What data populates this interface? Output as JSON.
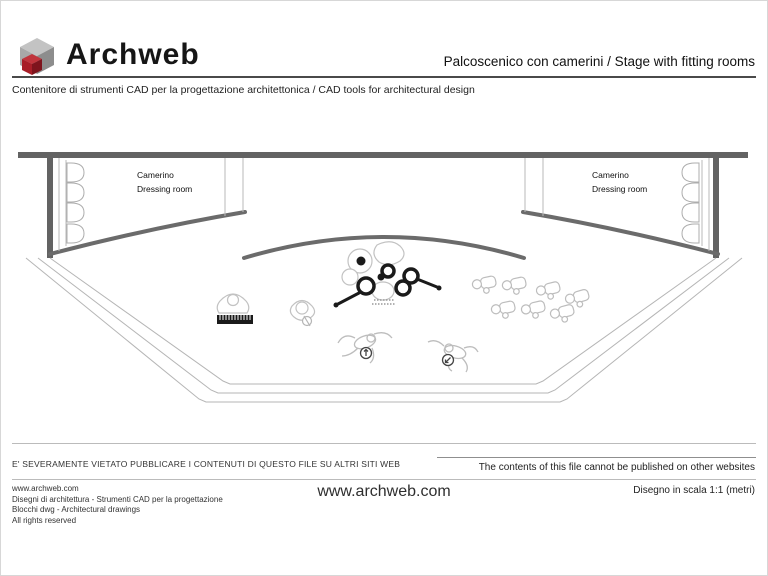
{
  "header": {
    "brand": "Archweb",
    "title": "Palcoscenico con camerini / Stage with fitting rooms",
    "subtitle": "Contenitore di strumenti CAD per la progettazione architettonica / CAD tools for architectural design",
    "logo_colors": {
      "top": "#c3c3c3",
      "left": "#a8a8a8",
      "right": "#8d8d8d",
      "red_front": "#a81e28"
    }
  },
  "drawing": {
    "left_room": {
      "line1": "Camerino",
      "line2": "Dressing room"
    },
    "right_room": {
      "line1": "Camerino",
      "line2": "Dressing room"
    },
    "wall_color": "#636363",
    "step_line_color": "#b5b5b5"
  },
  "disclaimer": {
    "it": "E' SEVERAMENTE VIETATO PUBBLICARE I CONTENUTI DI QUESTO FILE SU ALTRI SITI WEB",
    "en": "The contents of this file cannot be published on other websites"
  },
  "footer": {
    "left_lines": [
      "www.archweb.com",
      "Disegni di architettura - Strumenti CAD per la progettazione",
      "Blocchi dwg - Architectural drawings",
      "All rights reserved"
    ],
    "center": "www.archweb.com",
    "scale_note": "Disegno in scala 1:1 (metri)"
  }
}
